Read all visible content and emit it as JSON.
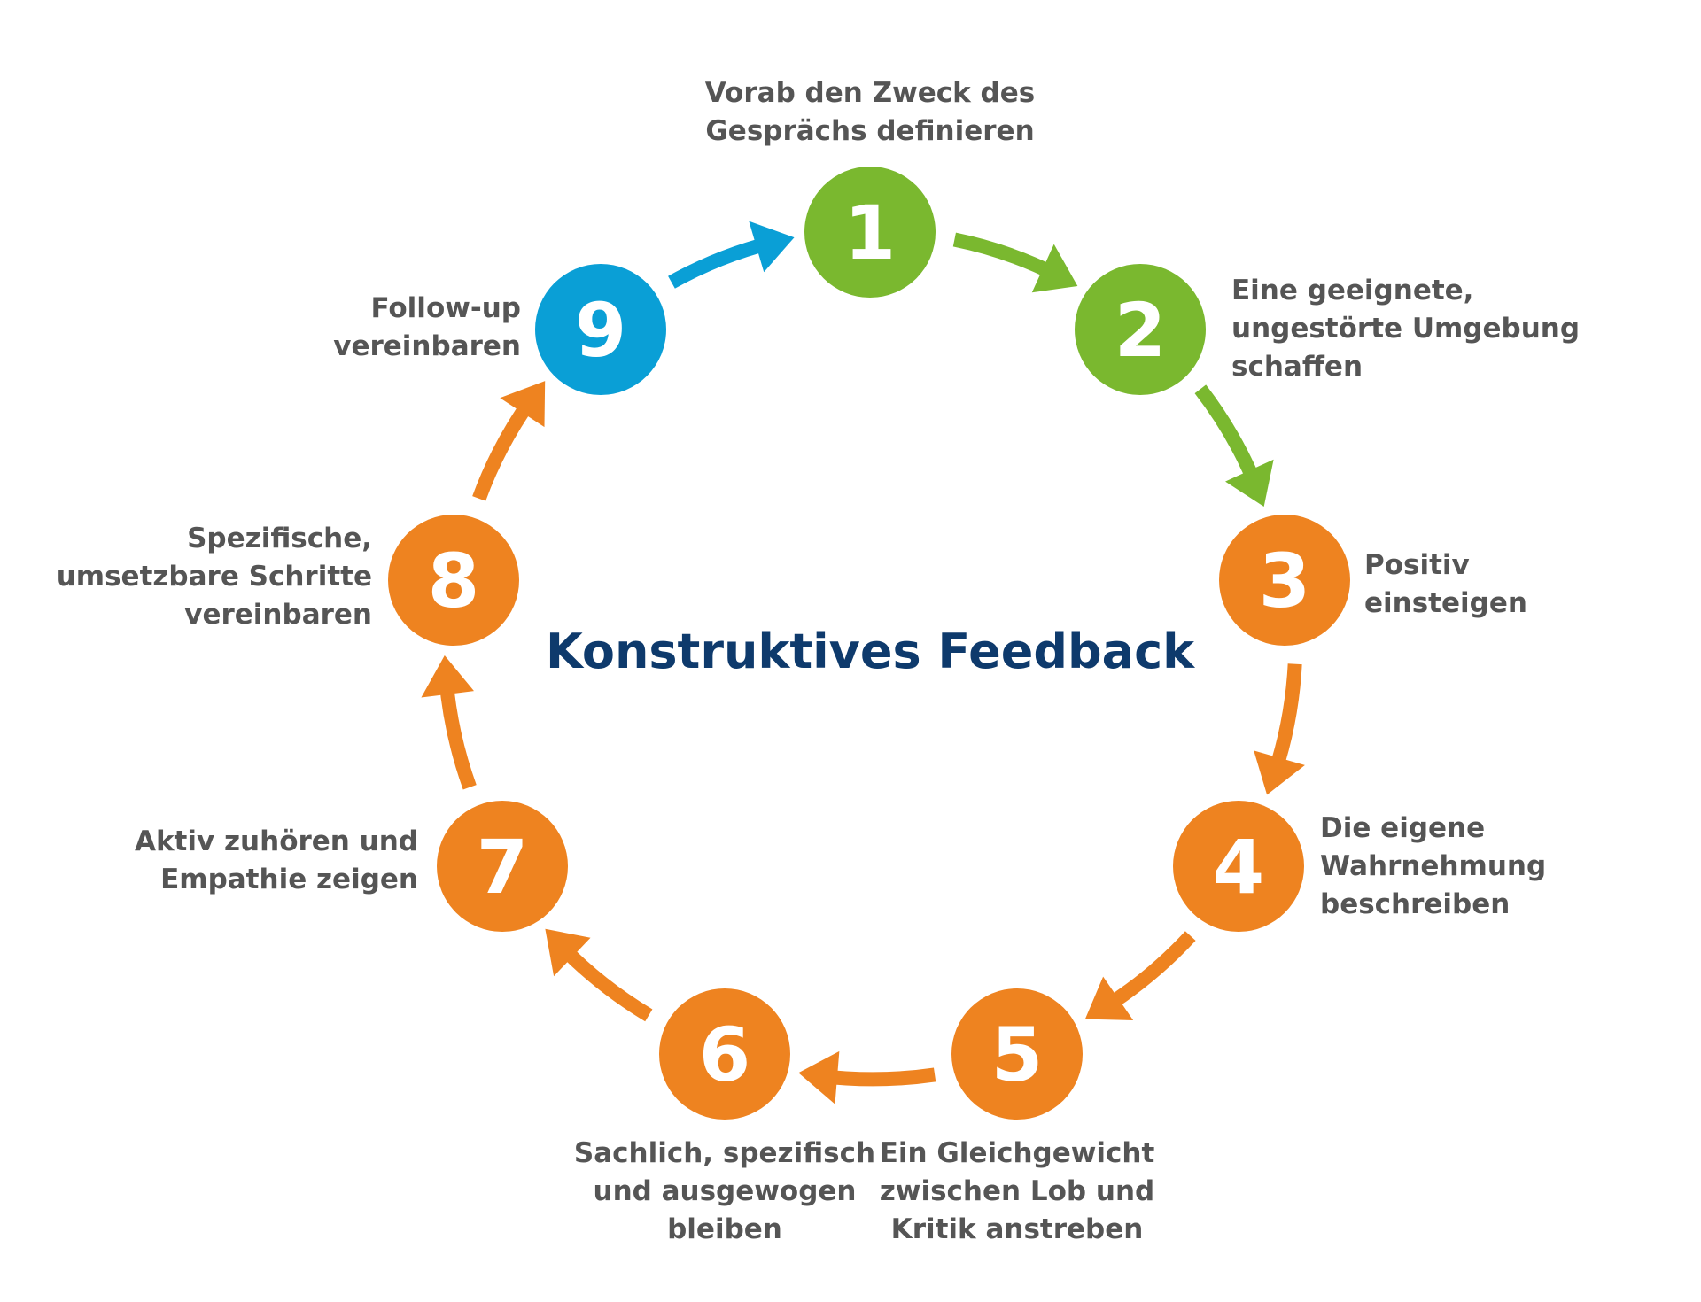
{
  "title": "Konstruktives Feedback",
  "colors": {
    "green": "#7ab82f",
    "orange": "#ee8320",
    "blue": "#0a9fd6",
    "title": "#0e3a6c",
    "label": "#555555"
  },
  "steps": [
    {
      "number": "1",
      "color": "green",
      "lines": [
        "Vorab den Zweck des",
        "Gesprächs definieren"
      ]
    },
    {
      "number": "2",
      "color": "green",
      "lines": [
        "Eine geeignete,",
        "ungestörte Umgebung",
        "schaffen"
      ]
    },
    {
      "number": "3",
      "color": "orange",
      "lines": [
        "Positiv",
        "einsteigen"
      ]
    },
    {
      "number": "4",
      "color": "orange",
      "lines": [
        "Die eigene",
        "Wahrnehmung",
        "beschreiben"
      ]
    },
    {
      "number": "5",
      "color": "orange",
      "lines": [
        "Ein Gleichgewicht",
        "zwischen Lob und",
        "Kritik anstreben"
      ]
    },
    {
      "number": "6",
      "color": "orange",
      "lines": [
        "Sachlich, spezifisch",
        "und ausgewogen",
        "bleiben"
      ]
    },
    {
      "number": "7",
      "color": "orange",
      "lines": [
        "Aktiv zuhören und",
        "Empathie zeigen"
      ]
    },
    {
      "number": "8",
      "color": "orange",
      "lines": [
        "Spezifische,",
        "umsetzbare Schritte",
        "vereinbaren"
      ]
    },
    {
      "number": "9",
      "color": "blue",
      "lines": [
        "Follow-up",
        "vereinbaren"
      ]
    }
  ],
  "arrows": [
    {
      "from": "1",
      "to": "2",
      "color": "green"
    },
    {
      "from": "2",
      "to": "3",
      "color": "green"
    },
    {
      "from": "3",
      "to": "4",
      "color": "orange"
    },
    {
      "from": "4",
      "to": "5",
      "color": "orange"
    },
    {
      "from": "5",
      "to": "6",
      "color": "orange"
    },
    {
      "from": "6",
      "to": "7",
      "color": "orange"
    },
    {
      "from": "7",
      "to": "8",
      "color": "orange"
    },
    {
      "from": "8",
      "to": "9",
      "color": "orange"
    },
    {
      "from": "9",
      "to": "1",
      "color": "blue"
    }
  ]
}
